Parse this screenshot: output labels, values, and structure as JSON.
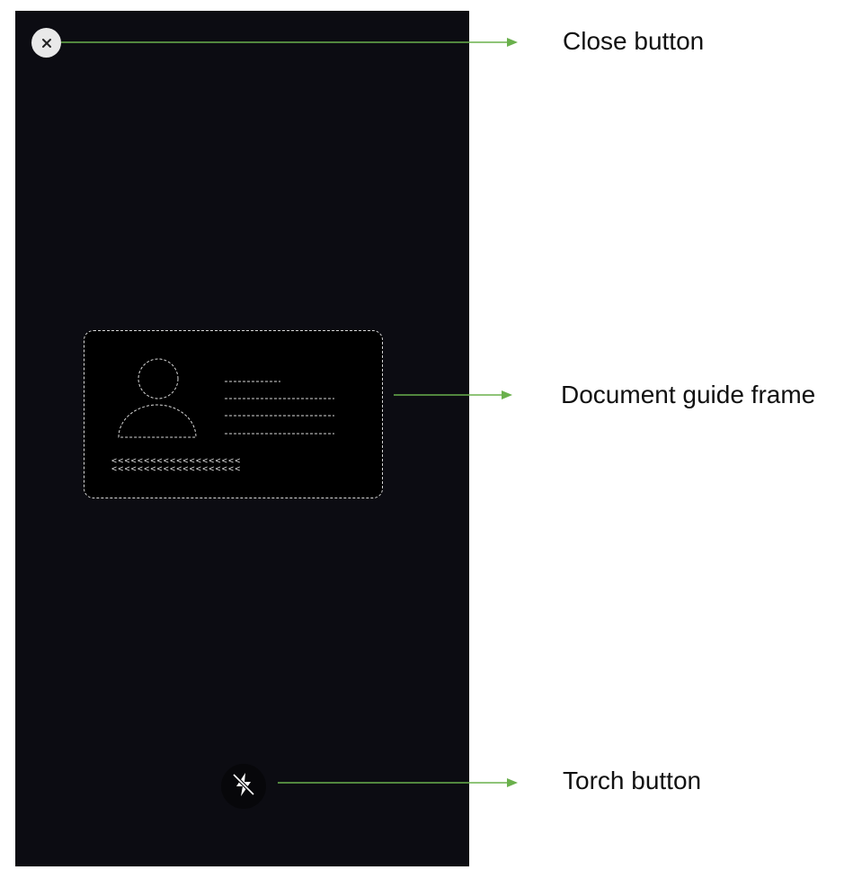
{
  "screen": {
    "background_color": "#0c0c12",
    "close_button": {
      "icon": "close-icon",
      "color": "#e9e9e9"
    },
    "document_guide": {
      "icon": "id-card-outline-icon",
      "mrz_text": "<<<<<<<<<<<<<<<<<<<<\n<<<<<<<<<<<<<<<<<<<<"
    },
    "torch_button": {
      "icon": "flash-off-icon"
    }
  },
  "annotations": {
    "arrow_color": "#6ab04c",
    "close_label": "Close button",
    "document_label": "Document guide frame",
    "torch_label": "Torch button"
  }
}
